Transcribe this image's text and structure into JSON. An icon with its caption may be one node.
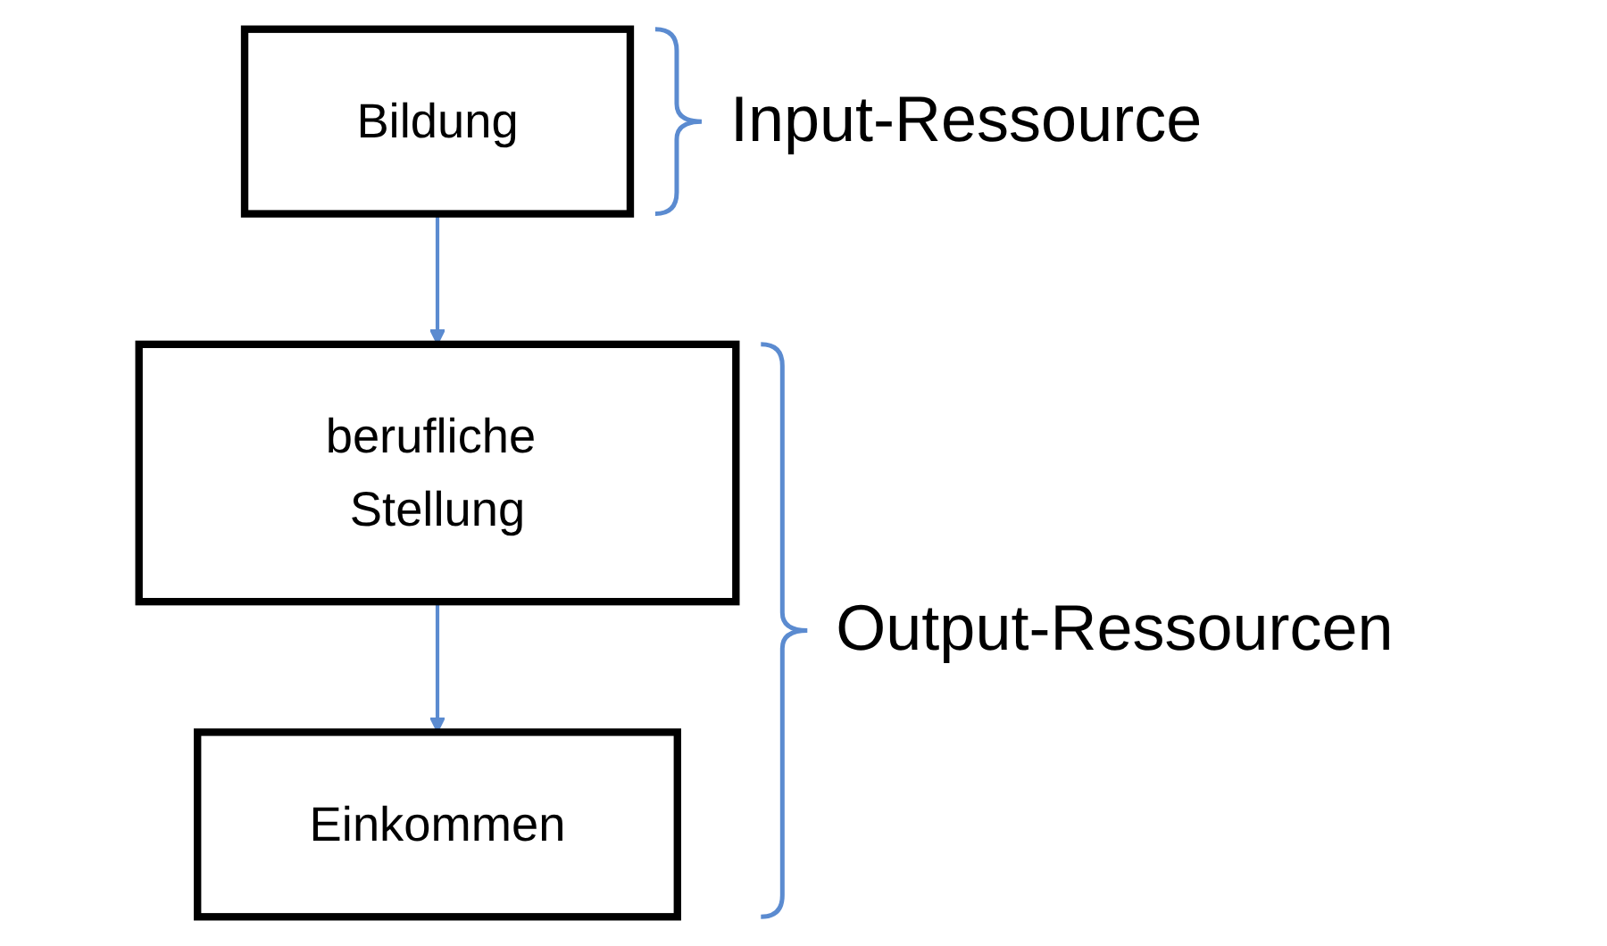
{
  "diagram": {
    "nodes": [
      {
        "text": [
          "Bildung"
        ]
      },
      {
        "text": [
          "berufliche Stellung"
        ]
      },
      {
        "text": [
          "Einkommen"
        ]
      }
    ],
    "edges": [
      {
        "from": 0,
        "to": 1,
        "arrow": "to"
      },
      {
        "from": 1,
        "to": 2,
        "arrow": "to"
      }
    ],
    "labels": [
      "Input-Ressource",
      "Output-Ressourcen"
    ]
  }
}
